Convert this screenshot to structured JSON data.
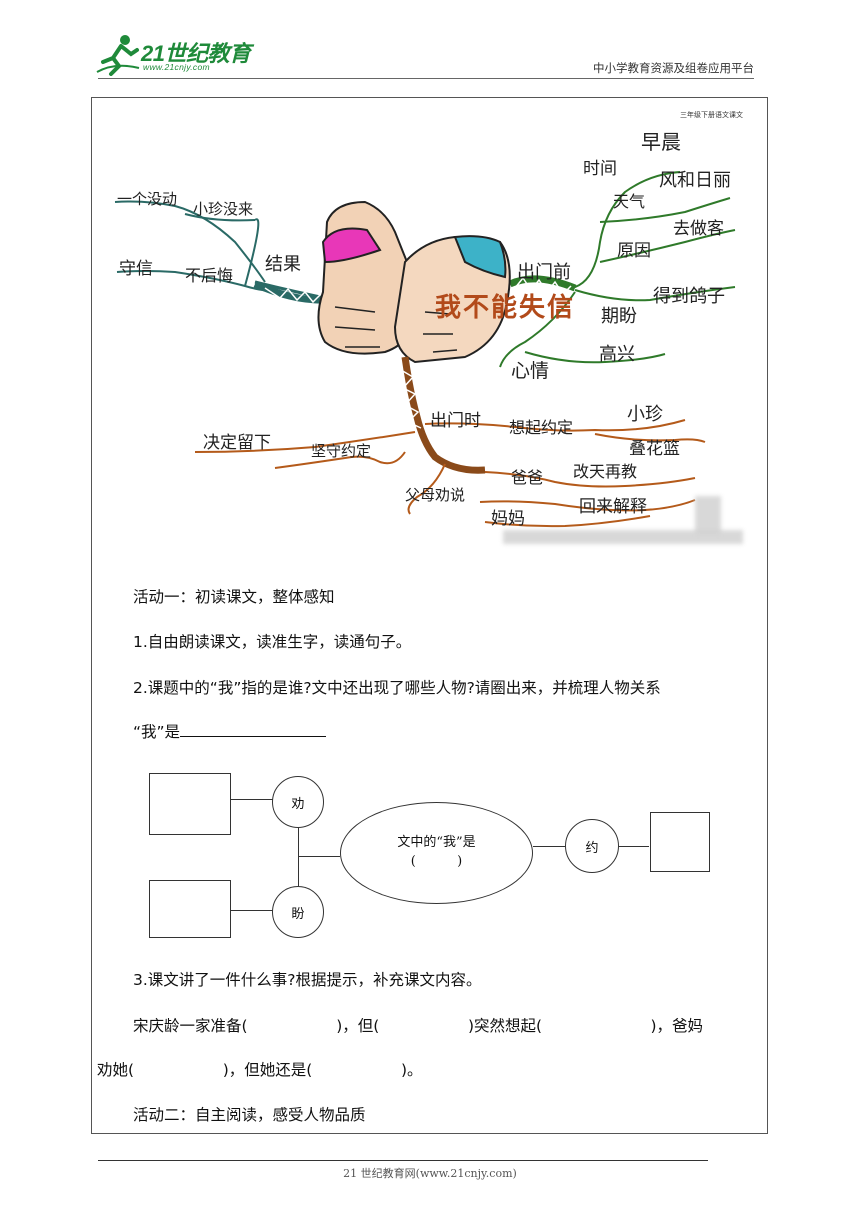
{
  "header": {
    "logo_text": "21世纪教育",
    "logo_url": "www.21cnjy.com",
    "right_text": "中小学教育资源及组卷应用平台"
  },
  "mindmap": {
    "corner_label": "三年级下册语文课文",
    "title": "我不能失信",
    "labels": {
      "yige_meidong": "一个没动",
      "xiaozhen_meilai": "小珍没来",
      "shouxin": "守信",
      "buhouhui": "不后悔",
      "jieguo": "结果",
      "shijian": "时间",
      "zaochen": "早晨",
      "tianqi": "天气",
      "fenghe_rili": "风和日丽",
      "yuanyin": "原因",
      "quzuoke": "去做客",
      "chumen_qian": "出门前",
      "qipan": "期盼",
      "dedao_gezi": "得到鸽子",
      "xinqing": "心情",
      "gaoxing": "高兴",
      "chumen_shi": "出门时",
      "xiangqi_yueding": "想起约定",
      "xiaozhen": "小珍",
      "die_hualan": "叠花篮",
      "jueding_liuxia": "决定留下",
      "jianshou_yueding": "坚守约定",
      "baba": "爸爸",
      "gaitian_zaijiao": "改天再教",
      "fumu_quanshuo": "父母劝说",
      "mama": "妈妈",
      "huilai_jieshi": "回来解释"
    }
  },
  "content": {
    "activity1": "活动一：初读课文，整体感知",
    "item1": "1.自由朗读课文，读准生字，读通句子。",
    "item2": "2.课题中的“我”指的是谁?文中还出现了哪些人物?请圈出来，并梳理人物关系",
    "wo_shi": "“我”是",
    "item3": "3.课文讲了一件什么事?根据提示，补充课文内容。",
    "fill_line1": "宋庆龄一家准备(                  )，但(                  )突然想起(                      )，爸妈",
    "fill_line2": "劝她(                  )，但她还是(                  )。",
    "activity2": "活动二：自主阅读，感受人物品质"
  },
  "diagram": {
    "quan": "劝",
    "pan": "盼",
    "yue": "约",
    "center_line1": "文中的“我”是",
    "center_line2": "(          )"
  },
  "footer": {
    "text": "21 世纪教育网(www.21cnjy.com)"
  }
}
